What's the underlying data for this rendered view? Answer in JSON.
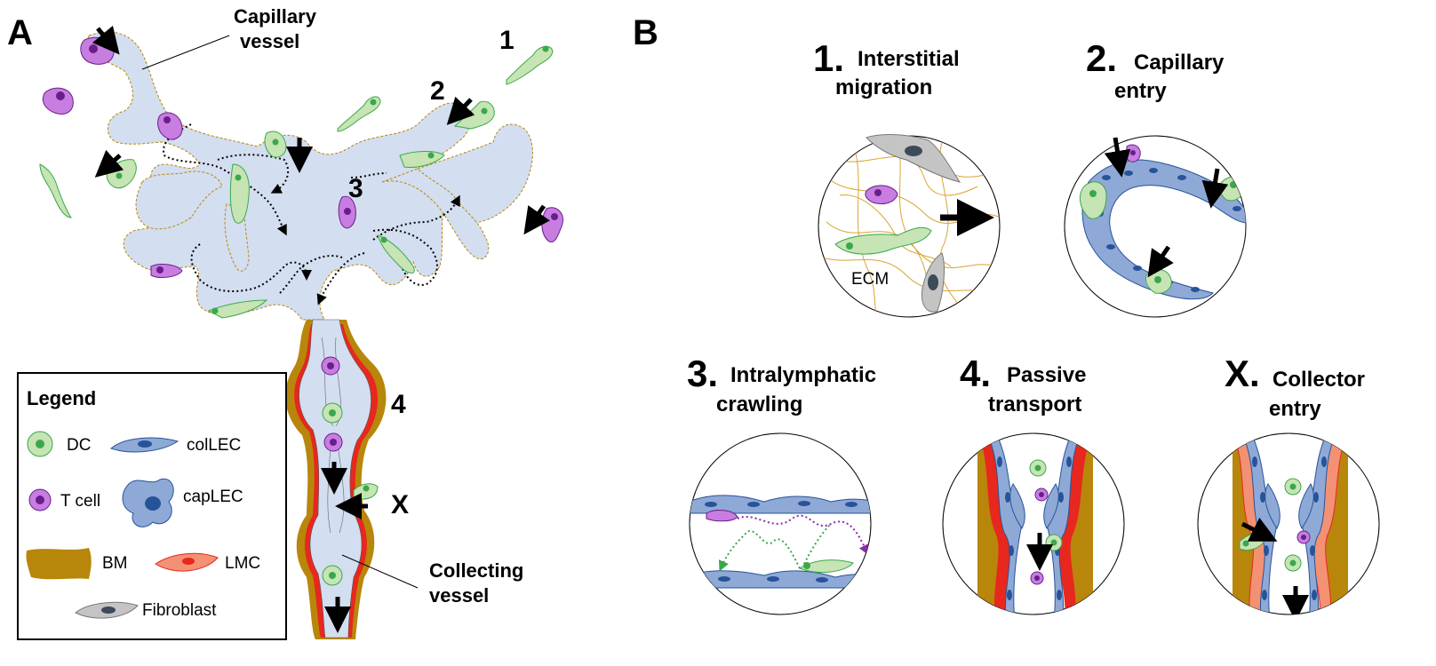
{
  "panel_a": {
    "letter": "A",
    "capillary_label": [
      "Capillary",
      "vessel"
    ],
    "collecting_label": [
      "Collecting",
      "vessel"
    ],
    "steps": {
      "s1": "1",
      "s2": "2",
      "s3": "3",
      "s4": "4",
      "sx": "X"
    }
  },
  "legend": {
    "title": "Legend",
    "items": {
      "dc": "DC",
      "col_lec": "colLEC",
      "t_cell": "T cell",
      "cap_lec": "capLEC",
      "bm": "BM",
      "lmc": "LMC",
      "fibroblast": "Fibroblast"
    }
  },
  "panel_b": {
    "letter": "B",
    "step1": {
      "num": "1.",
      "line1": "Interstitial",
      "line2": "migration",
      "ecm": "ECM"
    },
    "step2": {
      "num": "2.",
      "line1": "Capillary",
      "line2": "entry"
    },
    "step3": {
      "num": "3.",
      "line1": "Intralymphatic",
      "line2": "crawling"
    },
    "step4": {
      "num": "4.",
      "line1": "Passive",
      "line2": "transport"
    },
    "stepx": {
      "num": "X.",
      "line1": "Collector",
      "line2": "entry"
    }
  },
  "colors": {
    "lymph_fill": "#d3def0",
    "bm": "#b8860b",
    "lmc": "#e8271e",
    "dc_fill": "#c6e4b4",
    "dc_nucleus": "#3aa84a",
    "tcell_fill": "#c77ee0",
    "tcell_nucleus": "#6a1e8c",
    "lec_fill": "#8fa9d6",
    "lec_nucleus": "#27539a",
    "fibro_fill": "#c4c4c4",
    "fibro_nucleus": "#3d4a5a",
    "ecm": "#d7a531"
  }
}
